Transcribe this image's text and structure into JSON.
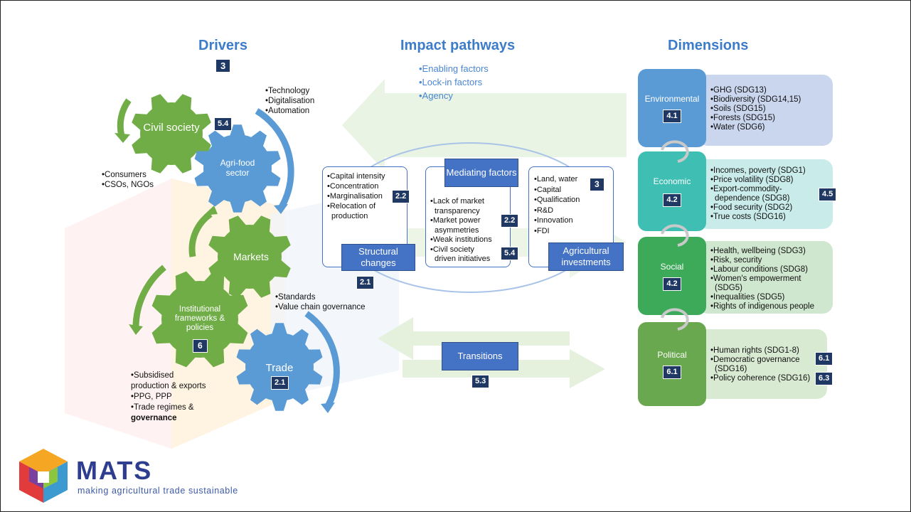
{
  "headers": {
    "drivers": "Drivers",
    "impact_pathways": "Impact pathways",
    "dimensions": "Dimensions"
  },
  "drivers_badge": "3",
  "pathway_items": [
    "•Enabling factors",
    "•Lock-in factors",
    "•Agency"
  ],
  "tech_list": [
    "•Technology",
    "•Digitalisation",
    "•Automation"
  ],
  "consumer_list": [
    "•Consumers",
    "•CSOs, NGOs"
  ],
  "standards_list": [
    "•Standards",
    "•Value chain governance"
  ],
  "policy_list": [
    "•Subsidised",
    "production & exports",
    "•PPG, PPP",
    "•Trade regimes &",
    "governance"
  ],
  "gears": {
    "civil_society": "Civil society",
    "agrifood": "Agri-food sector",
    "markets": "Markets",
    "institutional": "Institutional frameworks & policies",
    "trade": "Trade"
  },
  "gear_badges": {
    "agrifood": "5.4",
    "institutional": "6",
    "trade": "2.1"
  },
  "structural": {
    "items": [
      "•Capital intensity",
      "•Concentration",
      "•Marginalisation",
      "•Relocation of",
      "production"
    ],
    "badge": "2.2",
    "title": "Structural changes",
    "title_badge": "2.1"
  },
  "mediating": {
    "title": "Mediating factors",
    "items": [
      "•Lack of market",
      "transparency",
      "•Market power",
      "asymmetries",
      "•Weak institutions",
      "•Civil society",
      "driven initiatives"
    ],
    "badge_1": "2.2",
    "badge_2": "5.4"
  },
  "investments": {
    "items": [
      "•Land, water",
      "•Capital",
      "•Qualification",
      "•R&D",
      "•Innovation",
      "•FDI"
    ],
    "badge": "3",
    "title": "Agricultural investments"
  },
  "transitions": {
    "label": "Transitions",
    "badge": "5.3"
  },
  "dimensions": [
    {
      "name": "Environmental",
      "badge": "4.1",
      "color": "#5b9bd5",
      "panel_color": "#c9d6ee",
      "items": [
        "•GHG (SDG13)",
        "•Biodiversity (SDG14,15)",
        "•Soils (SDG15)",
        "•Forests (SDG15)",
        "•Water (SDG6)"
      ]
    },
    {
      "name": "Economic",
      "badge": "4.2",
      "color": "#3fbfb3",
      "panel_color": "#c9ecea",
      "extra_badge": "4.5",
      "items": [
        "•Incomes, poverty (SDG1)",
        "•Price volatility (SDG8)",
        "•Export-commodity-",
        "dependence (SDG8)",
        "•Food security (SDG2)",
        "•True costs (SDG16)"
      ]
    },
    {
      "name": "Social",
      "badge": "4.2",
      "color": "#3daa5a",
      "panel_color": "#cfe6cf",
      "items": [
        "•Health, wellbeing (SDG3)",
        "•Risk, security",
        "•Labour conditions (SDG8)",
        "•Women's empowerment",
        "(SDG5)",
        "•Inequalities (SDG5)",
        "•Rights of indigenous people"
      ]
    },
    {
      "name": "Political",
      "badge": "6.1",
      "color": "#6aa84f",
      "panel_color": "#d9ead3",
      "extra_badges": [
        "6.1",
        "6.3"
      ],
      "items": [
        "•Human rights (SDG1-8)",
        "•Democratic governance",
        "(SDG16)",
        "•Policy coherence (SDG16)"
      ]
    }
  ],
  "logo": {
    "name": "MATS",
    "tagline": "making agricultural trade sustainable",
    "colors": [
      "#e23b3b",
      "#f5a623",
      "#7b3fa0",
      "#3d9ad1",
      "#8cc63f"
    ]
  }
}
